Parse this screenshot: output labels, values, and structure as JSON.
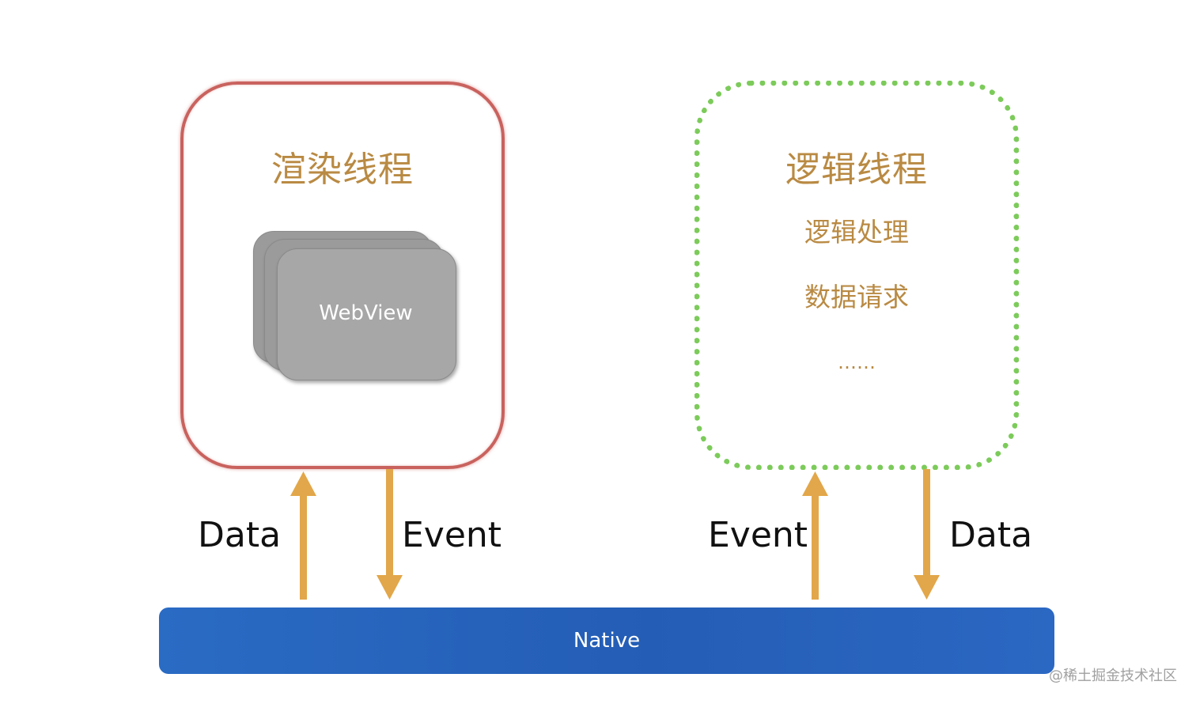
{
  "render_thread": {
    "title": "渲染线程",
    "webview_label": "WebView"
  },
  "logic_thread": {
    "title": "逻辑线程",
    "items": [
      "逻辑处理",
      "数据请求",
      "……"
    ]
  },
  "arrows": {
    "left_up_label": "Data",
    "left_down_label": "Event",
    "right_up_label": "Event",
    "right_down_label": "Data"
  },
  "native": {
    "label": "Native"
  },
  "watermark": "@稀土掘金技术社区",
  "colors": {
    "render_border": "#c9625e",
    "logic_border": "#7ccb5a",
    "arrow": "#e2a74a",
    "chinese_text": "#b98a43",
    "native_bar": "#245db5"
  }
}
